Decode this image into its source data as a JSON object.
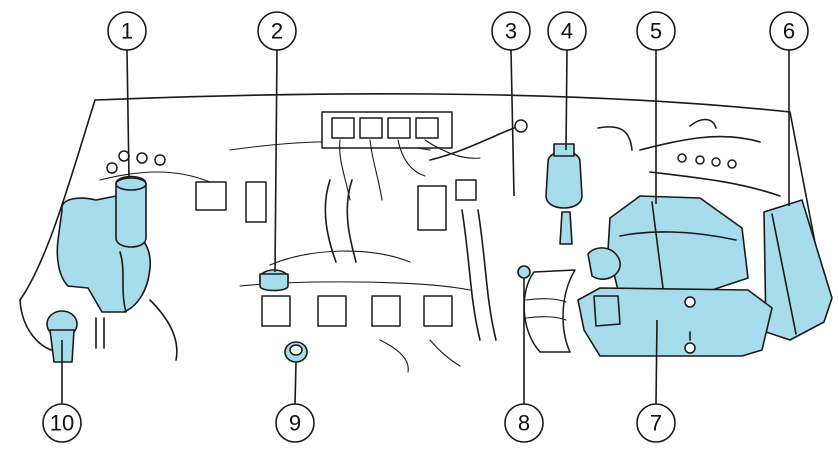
{
  "colors": {
    "highlight": "#a7dcec",
    "line": "#1a1a1a",
    "background": "#ffffff"
  },
  "callouts": [
    {
      "label": "1"
    },
    {
      "label": "2"
    },
    {
      "label": "3"
    },
    {
      "label": "4"
    },
    {
      "label": "5"
    },
    {
      "label": "6"
    },
    {
      "label": "7"
    },
    {
      "label": "8"
    },
    {
      "label": "9"
    },
    {
      "label": "10"
    }
  ]
}
